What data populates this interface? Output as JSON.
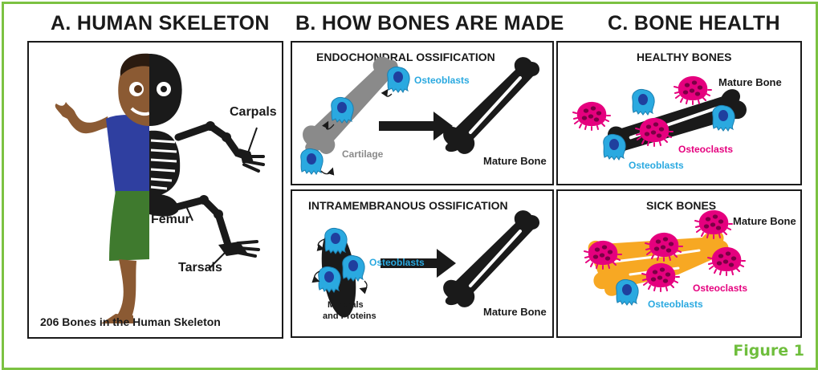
{
  "figure_label": "Figure 1",
  "colors": {
    "border_green": "#7cc242",
    "osteoblast_blue": "#2aa9e0",
    "osteoclast_magenta": "#e5007e",
    "cartilage_gray": "#8a8a8a",
    "sick_orange": "#f7a823",
    "bone_black": "#1a1a1a"
  },
  "section_a": {
    "title": "A. HUMAN SKELETON",
    "labels": {
      "carpals": "Carpals",
      "femur": "Femur",
      "tarsals": "Tarsals"
    },
    "caption": "206 Bones in the Human Skeleton"
  },
  "section_b": {
    "title": "B. HOW BONES ARE MADE",
    "endochondral": {
      "heading": "ENDOCHONDRAL OSSIFICATION",
      "osteoblasts": "Osteoblasts",
      "cartilage": "Cartilage",
      "mature_bone": "Mature Bone"
    },
    "intramembranous": {
      "heading": "INTRAMEMBRANOUS OSSIFICATION",
      "osteoblasts": "Osteoblasts",
      "minerals": "Minerals",
      "proteins": "and Proteins",
      "mature_bone": "Mature Bone"
    }
  },
  "section_c": {
    "title": "C. BONE HEALTH",
    "healthy": {
      "heading": "HEALTHY BONES",
      "mature_bone": "Mature Bone",
      "osteoclasts": "Osteoclasts",
      "osteoblasts": "Osteoblasts"
    },
    "sick": {
      "heading": "SICK BONES",
      "mature_bone": "Mature Bone",
      "osteoclasts": "Osteoclasts",
      "osteoblasts": "Osteoblasts"
    }
  }
}
